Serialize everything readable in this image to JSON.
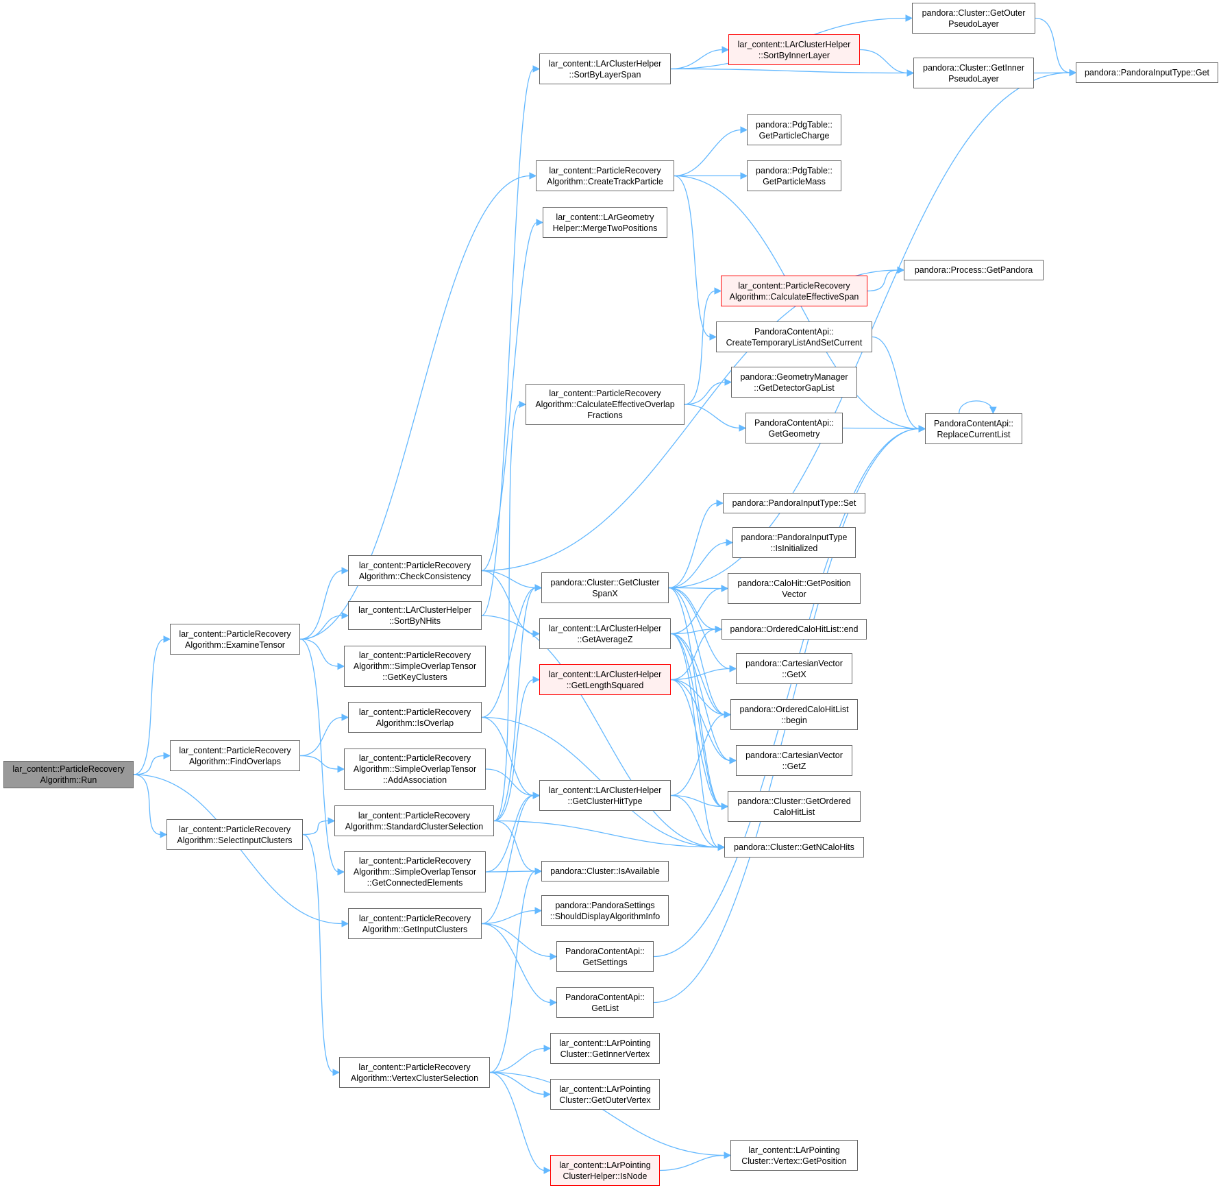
{
  "nodes": {
    "run": "lar_content::ParticleRecovery\nAlgorithm::Run",
    "examineTensor": "lar_content::ParticleRecovery\nAlgorithm::ExamineTensor",
    "findOverlaps": "lar_content::ParticleRecovery\nAlgorithm::FindOverlaps",
    "selectInputClusters": "lar_content::ParticleRecovery\nAlgorithm::SelectInputClusters",
    "checkConsistency": "lar_content::ParticleRecovery\nAlgorithm::CheckConsistency",
    "sortByNHits": "lar_content::LArClusterHelper\n::SortByNHits",
    "getKeyClusters": "lar_content::ParticleRecovery\nAlgorithm::SimpleOverlapTensor\n::GetKeyClusters",
    "isOverlap": "lar_content::ParticleRecovery\nAlgorithm::IsOverlap",
    "addAssociation": "lar_content::ParticleRecovery\nAlgorithm::SimpleOverlapTensor\n::AddAssociation",
    "standardClusterSelection": "lar_content::ParticleRecovery\nAlgorithm::StandardClusterSelection",
    "getConnectedElements": "lar_content::ParticleRecovery\nAlgorithm::SimpleOverlapTensor\n::GetConnectedElements",
    "getInputClusters": "lar_content::ParticleRecovery\nAlgorithm::GetInputClusters",
    "vertexClusterSelection": "lar_content::ParticleRecovery\nAlgorithm::VertexClusterSelection",
    "sortByLayerSpan": "lar_content::LArClusterHelper\n::SortByLayerSpan",
    "createTrackParticle": "lar_content::ParticleRecovery\nAlgorithm::CreateTrackParticle",
    "mergeTwoPositions": "lar_content::LArGeometry\nHelper::MergeTwoPositions",
    "calcEffOverlapFractions": "lar_content::ParticleRecovery\nAlgorithm::CalculateEffectiveOverlap\nFractions",
    "getClusterSpanX": "pandora::Cluster::GetCluster\nSpanX",
    "getAverageZ": "lar_content::LArClusterHelper\n::GetAverageZ",
    "getLengthSquared": "lar_content::LArClusterHelper\n::GetLengthSquared",
    "getClusterHitType": "lar_content::LArClusterHelper\n::GetClusterHitType",
    "isAvailable": "pandora::Cluster::IsAvailable",
    "shouldDisplay": "pandora::PandoraSettings\n::ShouldDisplayAlgorithmInfo",
    "getSettings": "PandoraContentApi::\nGetSettings",
    "getList": "PandoraContentApi::\nGetList",
    "getInnerVertex": "lar_content::LArPointing\nCluster::GetInnerVertex",
    "getOuterVertex": "lar_content::LArPointing\nCluster::GetOuterVertex",
    "isNode": "lar_content::LArPointing\nClusterHelper::IsNode",
    "getOuterPseudoLayer": "pandora::Cluster::GetOuter\nPseudoLayer",
    "sortByInnerLayer": "lar_content::LArClusterHelper\n::SortByInnerLayer",
    "getInnerPseudoLayer": "pandora::Cluster::GetInner\nPseudoLayer",
    "getParticleCharge": "pandora::PdgTable::\nGetParticleCharge",
    "getParticleMass": "pandora::PdgTable::\nGetParticleMass",
    "calcEffSpan": "lar_content::ParticleRecovery\nAlgorithm::CalculateEffectiveSpan",
    "createTempList": "PandoraContentApi::\nCreateTemporaryListAndSetCurrent",
    "getDetectorGapList": "pandora::GeometryManager\n::GetDetectorGapList",
    "getGeometry": "PandoraContentApi::\nGetGeometry",
    "inputTypeSet": "pandora::PandoraInputType::Set",
    "isInitialized": "pandora::PandoraInputType\n::IsInitialized",
    "getPositionVector": "pandora::CaloHit::GetPosition\nVector",
    "orderedEnd": "pandora::OrderedCaloHitList::end",
    "getX": "pandora::CartesianVector\n::GetX",
    "orderedBegin": "pandora::OrderedCaloHitList\n::begin",
    "getZ": "pandora::CartesianVector\n::GetZ",
    "getOrderedCaloHitList": "pandora::Cluster::GetOrdered\nCaloHitList",
    "getNCaloHits": "pandora::Cluster::GetNCaloHits",
    "vertexGetPosition": "lar_content::LArPointing\nCluster::Vertex::GetPosition",
    "getPandora": "pandora::Process::GetPandora",
    "replaceCurrentList": "PandoraContentApi::\nReplaceCurrentList",
    "inputTypeGet": "pandora::PandoraInputType::Get"
  },
  "colors": {
    "edge": "#63b8ff",
    "node_border": "#666666",
    "highlight_border": "#ff0000",
    "highlight_fill": "#fff0f0",
    "root_fill": "#999999"
  },
  "edges": [
    [
      "run",
      "examineTensor"
    ],
    [
      "run",
      "findOverlaps"
    ],
    [
      "run",
      "selectInputClusters"
    ],
    [
      "run",
      "getInputClusters"
    ],
    [
      "examineTensor",
      "createTrackParticle"
    ],
    [
      "examineTensor",
      "checkConsistency"
    ],
    [
      "examineTensor",
      "sortByNHits"
    ],
    [
      "examineTensor",
      "getKeyClusters"
    ],
    [
      "examineTensor",
      "getConnectedElements"
    ],
    [
      "findOverlaps",
      "isOverlap"
    ],
    [
      "findOverlaps",
      "addAssociation"
    ],
    [
      "selectInputClusters",
      "standardClusterSelection"
    ],
    [
      "selectInputClusters",
      "vertexClusterSelection"
    ],
    [
      "checkConsistency",
      "mergeTwoPositions"
    ],
    [
      "checkConsistency",
      "getPandora"
    ],
    [
      "checkConsistency",
      "getClusterSpanX"
    ],
    [
      "checkConsistency",
      "getAverageZ"
    ],
    [
      "sortByNHits",
      "sortByLayerSpan"
    ],
    [
      "sortByNHits",
      "getNCaloHits"
    ],
    [
      "isOverlap",
      "getClusterSpanX"
    ],
    [
      "isOverlap",
      "getClusterHitType"
    ],
    [
      "isOverlap",
      "getNCaloHits"
    ],
    [
      "addAssociation",
      "getClusterHitType"
    ],
    [
      "standardClusterSelection",
      "calcEffOverlapFractions"
    ],
    [
      "standardClusterSelection",
      "getClusterSpanX"
    ],
    [
      "standardClusterSelection",
      "getLengthSquared"
    ],
    [
      "standardClusterSelection",
      "getNCaloHits"
    ],
    [
      "standardClusterSelection",
      "isAvailable"
    ],
    [
      "getConnectedElements",
      "getClusterHitType"
    ],
    [
      "getConnectedElements",
      "isAvailable"
    ],
    [
      "getInputClusters",
      "getClusterHitType"
    ],
    [
      "getInputClusters",
      "shouldDisplay"
    ],
    [
      "getInputClusters",
      "getSettings"
    ],
    [
      "getInputClusters",
      "getList"
    ],
    [
      "vertexClusterSelection",
      "isAvailable"
    ],
    [
      "vertexClusterSelection",
      "getInnerVertex"
    ],
    [
      "vertexClusterSelection",
      "getOuterVertex"
    ],
    [
      "vertexClusterSelection",
      "vertexGetPosition"
    ],
    [
      "vertexClusterSelection",
      "isNode"
    ],
    [
      "sortByLayerSpan",
      "getOuterPseudoLayer"
    ],
    [
      "sortByLayerSpan",
      "sortByInnerLayer"
    ],
    [
      "sortByLayerSpan",
      "getInnerPseudoLayer"
    ],
    [
      "createTrackParticle",
      "getParticleCharge"
    ],
    [
      "createTrackParticle",
      "getParticleMass"
    ],
    [
      "createTrackParticle",
      "createTempList"
    ],
    [
      "createTrackParticle",
      "replaceCurrentList"
    ],
    [
      "calcEffOverlapFractions",
      "calcEffSpan"
    ],
    [
      "calcEffOverlapFractions",
      "getDetectorGapList"
    ],
    [
      "calcEffOverlapFractions",
      "getGeometry"
    ],
    [
      "getClusterSpanX",
      "inputTypeGet"
    ],
    [
      "getClusterSpanX",
      "inputTypeSet"
    ],
    [
      "getClusterSpanX",
      "isInitialized"
    ],
    [
      "getClusterSpanX",
      "getPositionVector"
    ],
    [
      "getClusterSpanX",
      "orderedEnd"
    ],
    [
      "getClusterSpanX",
      "getX"
    ],
    [
      "getClusterSpanX",
      "orderedBegin"
    ],
    [
      "getClusterSpanX",
      "getOrderedCaloHitList"
    ],
    [
      "getAverageZ",
      "orderedEnd"
    ],
    [
      "getAverageZ",
      "getPositionVector"
    ],
    [
      "getAverageZ",
      "getZ"
    ],
    [
      "getAverageZ",
      "orderedBegin"
    ],
    [
      "getAverageZ",
      "getOrderedCaloHitList"
    ],
    [
      "getAverageZ",
      "getNCaloHits"
    ],
    [
      "getLengthSquared",
      "orderedEnd"
    ],
    [
      "getLengthSquared",
      "getX"
    ],
    [
      "getLengthSquared",
      "orderedBegin"
    ],
    [
      "getLengthSquared",
      "getZ"
    ],
    [
      "getLengthSquared",
      "getOrderedCaloHitList"
    ],
    [
      "getClusterHitType",
      "orderedBegin"
    ],
    [
      "getClusterHitType",
      "getOrderedCaloHitList"
    ],
    [
      "getClusterHitType",
      "getNCaloHits"
    ],
    [
      "getSettings",
      "replaceCurrentList"
    ],
    [
      "getList",
      "replaceCurrentList"
    ],
    [
      "isNode",
      "vertexGetPosition"
    ],
    [
      "sortByInnerLayer",
      "getInnerPseudoLayer"
    ],
    [
      "getOuterPseudoLayer",
      "inputTypeGet"
    ],
    [
      "getInnerPseudoLayer",
      "inputTypeGet"
    ],
    [
      "calcEffSpan",
      "getPandora"
    ],
    [
      "createTempList",
      "replaceCurrentList"
    ],
    [
      "getGeometry",
      "replaceCurrentList"
    ],
    [
      "replaceCurrentList",
      "replaceCurrentList"
    ]
  ]
}
